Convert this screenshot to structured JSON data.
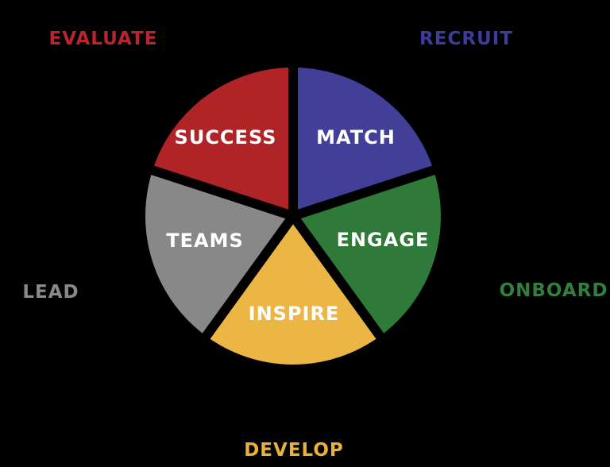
{
  "background_color": "#000000",
  "chart_data": {
    "type": "pie",
    "title": "",
    "legend_position": "around",
    "grid": false,
    "equal_slices": true,
    "units": "%",
    "inner_label_color": "#FFFFFF",
    "gap_color": "#000000",
    "slices": [
      {
        "segment": "MATCH",
        "stage": "RECRUIT",
        "value": 20,
        "color": "#423F99",
        "stage_color": "#3F3B9A"
      },
      {
        "segment": "ENGAGE",
        "stage": "ONBOARD",
        "value": 20,
        "color": "#2F7A38",
        "stage_color": "#317E3E"
      },
      {
        "segment": "INSPIRE",
        "stage": "DEVELOP",
        "value": 20,
        "color": "#ECB644",
        "stage_color": "#E9B23B"
      },
      {
        "segment": "TEAMS",
        "stage": "LEAD",
        "value": 20,
        "color": "#888889",
        "stage_color": "#8A8A8C"
      },
      {
        "segment": "SUCCESS",
        "stage": "EVALUATE",
        "value": 20,
        "color": "#B02428",
        "stage_color": "#BB242B"
      }
    ]
  }
}
